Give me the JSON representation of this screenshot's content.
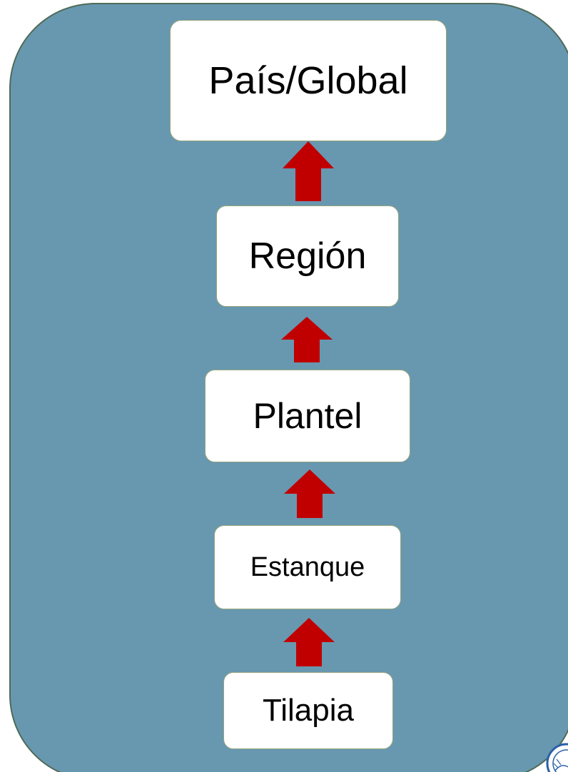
{
  "diagram": {
    "levels": [
      {
        "label": "País/Global"
      },
      {
        "label": "Región"
      },
      {
        "label": "Plantel"
      },
      {
        "label": "Estanque"
      },
      {
        "label": "Tilapia"
      }
    ]
  },
  "colors": {
    "panel_fill": "#6898b0",
    "panel_border": "#4f6a58",
    "box_fill": "#ffffff",
    "box_border": "#98a57c",
    "arrow_fill": "#c00000",
    "text": "#000000"
  },
  "icons": {
    "arrow": "arrow-up-icon",
    "seal": "seal-icon"
  }
}
